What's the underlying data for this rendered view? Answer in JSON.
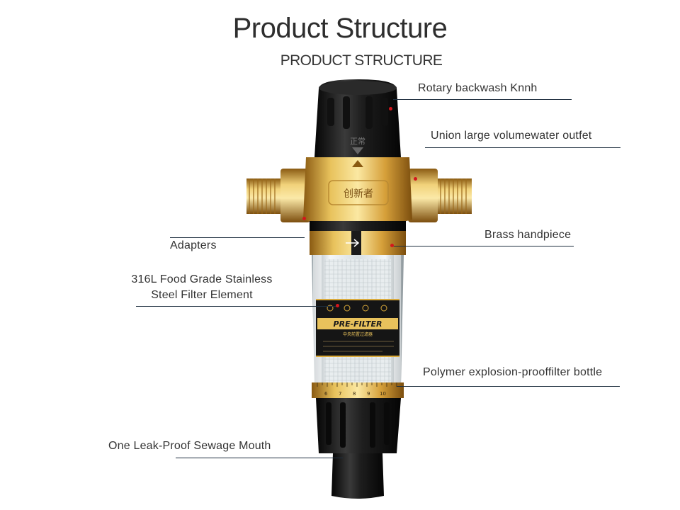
{
  "header": {
    "title": "Product Structure",
    "subtitle": "PRODUCT STRUCTURE"
  },
  "product": {
    "cap_mark": "正常",
    "brand_emboss": "创新者",
    "label_title": "PRE-FILTER",
    "label_subtitle": "中央前置过滤器",
    "scale_numbers": [
      "6",
      "7",
      "8",
      "9",
      "10"
    ]
  },
  "callouts": {
    "rotary_knob": "Rotary backwash Knnh",
    "union_outlet": "Union large volumewater outfet",
    "adapters": "Adapters",
    "brass_handpiece": "Brass handpiece",
    "filter_element_line1": "316L Food Grade Stainless",
    "filter_element_line2": "Steel Filter Element",
    "polymer_bottle": "Polymer explosion-prooffilter bottle",
    "sewage_mouth": "One Leak-Proof Sewage Mouth"
  },
  "colors": {
    "leader_line": "#1f2f3f",
    "marker_dot": "#d4161c",
    "brass": "#d9a93a",
    "cap_black": "#1c1c1c"
  }
}
